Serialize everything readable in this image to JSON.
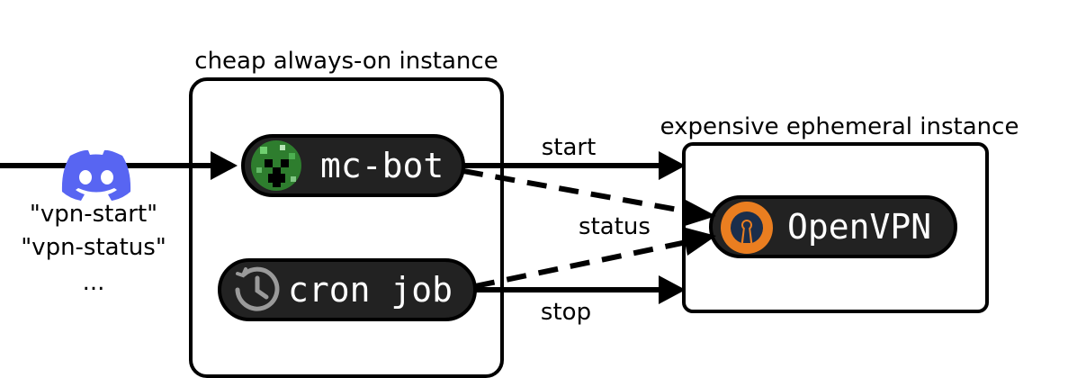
{
  "instances": {
    "cheap_title": "cheap always-on instance",
    "expensive_title": "expensive ephemeral instance"
  },
  "nodes": {
    "mc_bot": {
      "label": "mc-bot",
      "icon": "creeper-icon"
    },
    "cron_job": {
      "label": "cron job",
      "icon": "clock-history-icon"
    },
    "openvpn": {
      "label": "OpenVPN",
      "icon": "openvpn-logo-icon"
    }
  },
  "discord": {
    "icon": "discord-logo-icon",
    "commands": [
      "\"vpn-start\"",
      "\"vpn-status\"",
      "..."
    ]
  },
  "edges": {
    "start": "start",
    "status": "status",
    "stop": "stop"
  },
  "colors": {
    "pill": "#222222",
    "discord": "#5865F2",
    "openvpn_orange": "#EA7E20",
    "openvpn_navy": "#1B2E4B",
    "creeper_green": "#3A9E3A",
    "clock_gray": "#9A9A9A"
  }
}
